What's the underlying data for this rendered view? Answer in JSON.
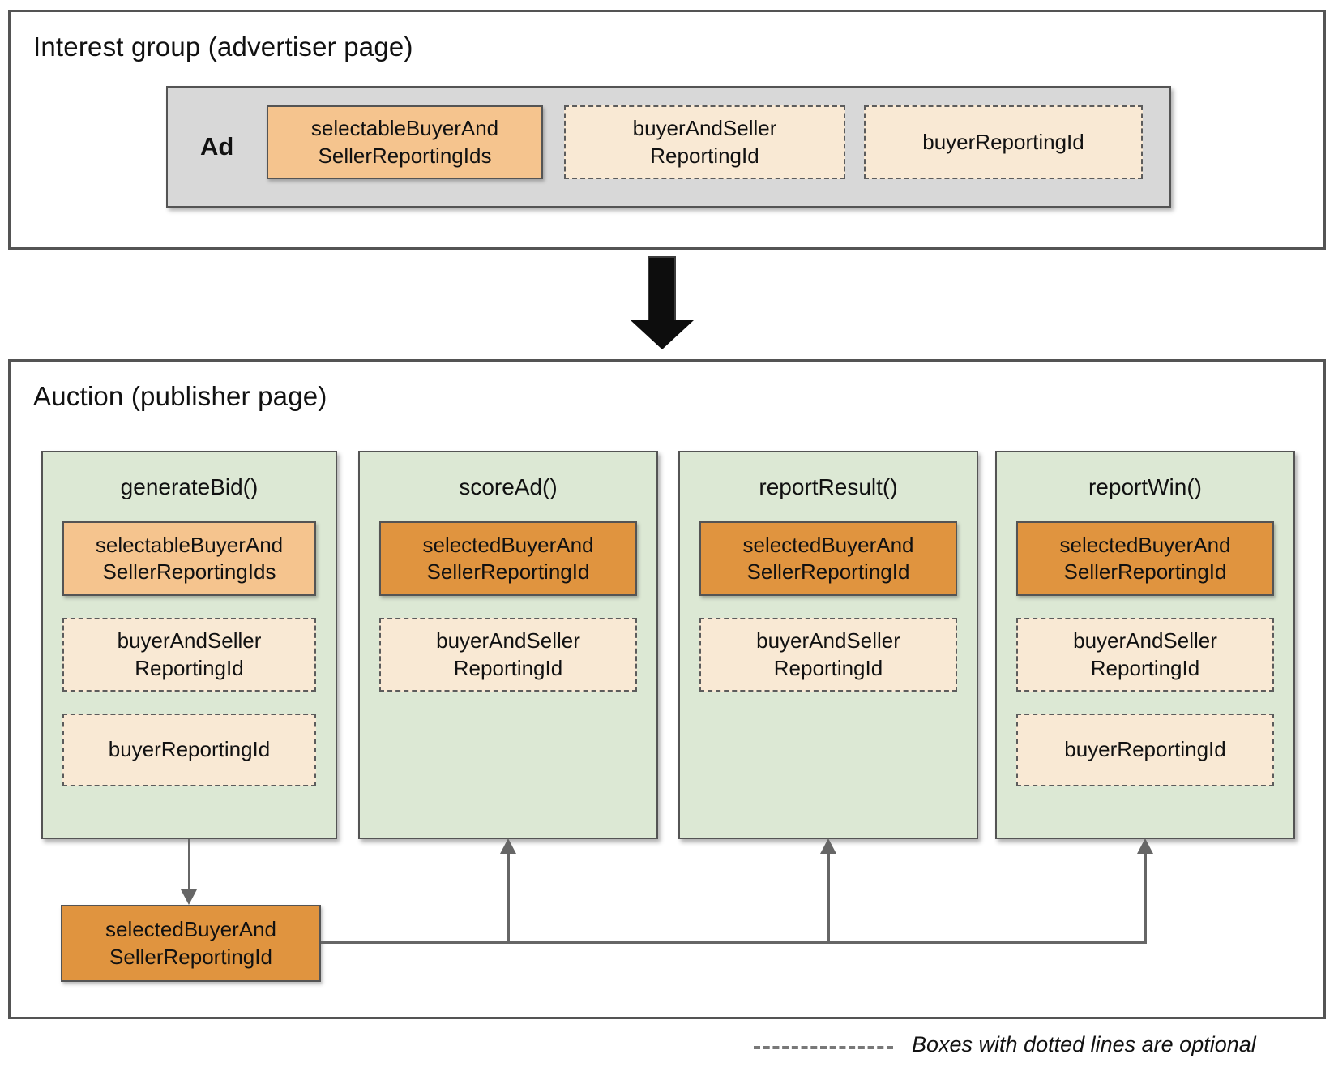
{
  "colors": {
    "light_orange": "#f5c48e",
    "cream": "#f9e9d4",
    "dark_orange": "#e0943f",
    "green": "#dce8d4",
    "gray_container": "#d8d8d8",
    "border": "#545454",
    "arrow": "#666666",
    "black_arrow": "#0d0d0d"
  },
  "interest_group": {
    "title": "Interest group (advertiser page)",
    "ad_label": "Ad",
    "boxes": [
      {
        "label": "selectableBuyerAnd\nSellerReportingIds",
        "variant": "solid-light",
        "optional": false
      },
      {
        "label": "buyerAndSeller\nReportingId",
        "variant": "dashed",
        "optional": true
      },
      {
        "label": "buyerReportingId",
        "variant": "dashed",
        "optional": true
      }
    ]
  },
  "auction": {
    "title": "Auction (publisher page)",
    "columns": [
      {
        "title": "generateBid()",
        "boxes": [
          {
            "label": "selectableBuyerAnd\nSellerReportingIds",
            "variant": "solid-light",
            "optional": false
          },
          {
            "label": "buyerAndSeller\nReportingId",
            "variant": "dashed",
            "optional": true
          },
          {
            "label": "buyerReportingId",
            "variant": "dashed",
            "optional": true
          }
        ]
      },
      {
        "title": "scoreAd()",
        "boxes": [
          {
            "label": "selectedBuyerAnd\nSellerReportingId",
            "variant": "solid-dark",
            "optional": false
          },
          {
            "label": "buyerAndSeller\nReportingId",
            "variant": "dashed",
            "optional": true
          }
        ]
      },
      {
        "title": "reportResult()",
        "boxes": [
          {
            "label": "selectedBuyerAnd\nSellerReportingId",
            "variant": "solid-dark",
            "optional": false
          },
          {
            "label": "buyerAndSeller\nReportingId",
            "variant": "dashed",
            "optional": true
          }
        ]
      },
      {
        "title": "reportWin()",
        "boxes": [
          {
            "label": "selectedBuyerAnd\nSellerReportingId",
            "variant": "solid-dark",
            "optional": false
          },
          {
            "label": "buyerAndSeller\nReportingId",
            "variant": "dashed",
            "optional": true
          },
          {
            "label": "buyerReportingId",
            "variant": "dashed",
            "optional": true
          }
        ]
      }
    ],
    "output_box": {
      "label": "selectedBuyerAnd\nSellerReportingId",
      "variant": "solid-dark"
    }
  },
  "legend": {
    "label": "Boxes with dotted lines are optional"
  }
}
